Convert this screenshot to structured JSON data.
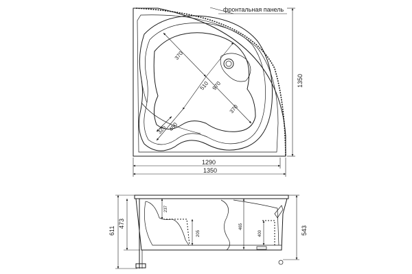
{
  "plan_view": {
    "callout": "фронтальная панель",
    "dim_width_inner": "1290",
    "dim_width_outer": "1350",
    "dim_height": "1350",
    "dim_seat_a": "370",
    "dim_seat_b": "370",
    "dim_diag_510": "510",
    "dim_diag_970": "970",
    "dim_325": "325",
    "dim_450": "450"
  },
  "side_view": {
    "dim_611": "611",
    "dim_473": "473",
    "dim_237": "237",
    "dim_205": "205",
    "dim_465": "465",
    "dim_400": "400",
    "dim_543": "543"
  }
}
